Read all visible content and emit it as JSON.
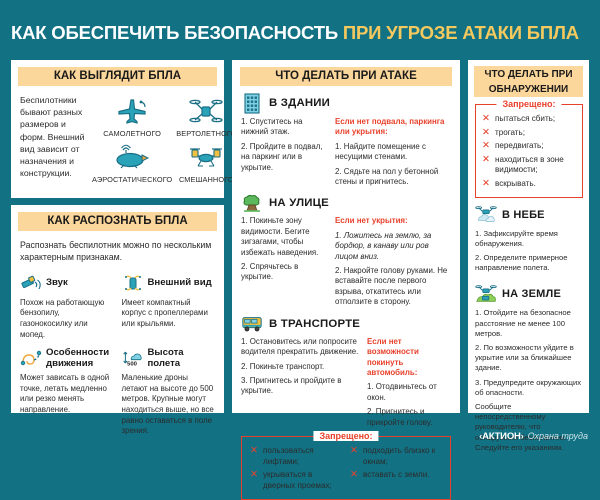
{
  "title": {
    "main": "КАК ОБЕСПЕЧИТЬ БЕЗОПАСНОСТЬ",
    "highlight": "ПРИ УГРОЗЕ АТАКИ БПЛА"
  },
  "colors": {
    "background_teal": "#127284",
    "panel_white": "#ffffff",
    "caption_orange": "#fcd79b",
    "accent_red": "#e8412b",
    "title_gold": "#f5c95e",
    "icon_teal": "#2aa3b8"
  },
  "panel_look": {
    "caption": "КАК ВЫГЛЯДИТ БПЛА",
    "lead": "Беспилотники бывают разных размеров и форм. Внешний вид зависит от назначения и конструкции.",
    "types": [
      {
        "label": "САМОЛЕТНОГО",
        "icon": "airplane-drone-icon"
      },
      {
        "label": "ВЕРТОЛЕТНОГО",
        "icon": "quadcopter-drone-icon"
      },
      {
        "label": "АЭРОСТАТИЧЕСКОГО",
        "icon": "airship-drone-icon"
      },
      {
        "label": "СМЕШАННОГО",
        "icon": "hybrid-drone-icon"
      }
    ]
  },
  "panel_recognize": {
    "caption": "КАК РАСПОЗНАТЬ БПЛА",
    "lead": "Распознать беспилотник можно по нескольким характерным признакам.",
    "signs": [
      {
        "title": "Звук",
        "icon": "sound-icon",
        "text": "Похож на работающую бензопилу, газонокосилку или мопед."
      },
      {
        "title": "Внешний вид",
        "icon": "appearance-icon",
        "text": "Имеет компактный корпус с пропеллерами или крыльями."
      },
      {
        "title": "Особенности движения",
        "icon": "movement-icon",
        "text": "Может зависать в одной точке, летать медленно или резко менять направление."
      },
      {
        "title": "Высота полета",
        "icon": "altitude-icon",
        "text": "Маленькие дроны летают на высоте до 500 метров. Крупные могут находиться выше, но все равно оставаться в поле зрения."
      }
    ]
  },
  "panel_attack": {
    "caption": "ЧТО ДЕЛАТЬ ПРИ АТАКЕ",
    "sections": [
      {
        "title": "В ЗДАНИИ",
        "icon": "building-icon",
        "left": [
          "1. Спуститесь на нижний этаж.",
          "2. Пройдите в подвал, на паркинг или в укрытие."
        ],
        "right_lead": "Если нет подвала, паркинга или укрытия:",
        "right": [
          "1. Найдите помещение с несущими стенами.",
          "2. Сядьте на пол у бетонной стены и пригнитесь."
        ]
      },
      {
        "title": "НА УЛИЦЕ",
        "icon": "tree-icon",
        "left": [
          "1. Покиньте зону видимости. Бегите зигзагами, чтобы избежать наведения.",
          "2. Спрячьтесь в укрытие."
        ],
        "right_lead": "Если нет укрытия:",
        "right": [
          "1. Ложитесь на землю, за бордюр, в канаву или ров лицом вниз.",
          "2. Накройте голову руками. Не вставайте после первого взрыва, откатитесь или отползите в сторону."
        ],
        "right_first_italic": true
      },
      {
        "title": "В ТРАНСПОРТЕ",
        "icon": "bus-icon",
        "left": [
          "1. Остановитесь или попросите водителя прекратить движение.",
          "2. Покиньте транспорт.",
          "3. Пригнитесь и пройдите в укрытие."
        ],
        "right_lead": "Если нет возможности покинуть автомобиль:",
        "right": [
          "1. Отодвиньтесь от окон.",
          "2. Пригнитесь и прикройте голову."
        ]
      }
    ],
    "forbidden": {
      "legend": "Запрещено:",
      "column_left": [
        "пользоваться лифтами;",
        "укрываться в дверных проемах;"
      ],
      "column_right": [
        "подходить близко к окнам;",
        "вставать с земли."
      ]
    }
  },
  "panel_found": {
    "caption": "ЧТО ДЕЛАТЬ ПРИ ОБНАРУЖЕНИИ",
    "forbidden": {
      "legend": "Запрещено:",
      "items": [
        "пытаться сбить;",
        "трогать;",
        "передвигать;",
        "находиться в зоне видимости;",
        "вскрывать."
      ]
    },
    "sections": [
      {
        "title": "В НЕБЕ",
        "icon": "sky-drone-icon",
        "lines": [
          "1. Зафиксируйте время обнаружения.",
          "2. Определите примерное направление полета."
        ]
      },
      {
        "title": "НА ЗЕМЛЕ",
        "icon": "ground-drone-icon",
        "lines": [
          "1. Отойдите на безопасное расстояние не менее 100 метров.",
          "2. По возможности уйдите в укрытие или за ближайшее здание.",
          "3. Предупредите окружающих об опасности.",
          "Сообщите непосредственному руководителю, что обнаружили беспилотник. Следуйте его указаниям."
        ]
      }
    ]
  },
  "footer": {
    "brand": "‹АКТИОН›",
    "subtitle": "Охрана труда"
  }
}
